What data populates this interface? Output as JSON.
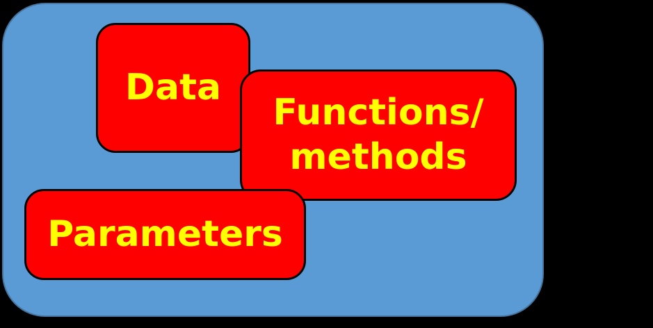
{
  "colors": {
    "background": "#000000",
    "container-fill": "#5B9BD5",
    "container-border": "#47759F",
    "box-fill": "#FF0000",
    "box-border": "#000000",
    "box-text": "#FFFF00"
  },
  "diagram": {
    "boxes": {
      "data": {
        "label": "Data"
      },
      "functions": {
        "label_line1": "Functions/",
        "label_line2": "methods"
      },
      "parameters": {
        "label": "Parameters"
      }
    }
  }
}
